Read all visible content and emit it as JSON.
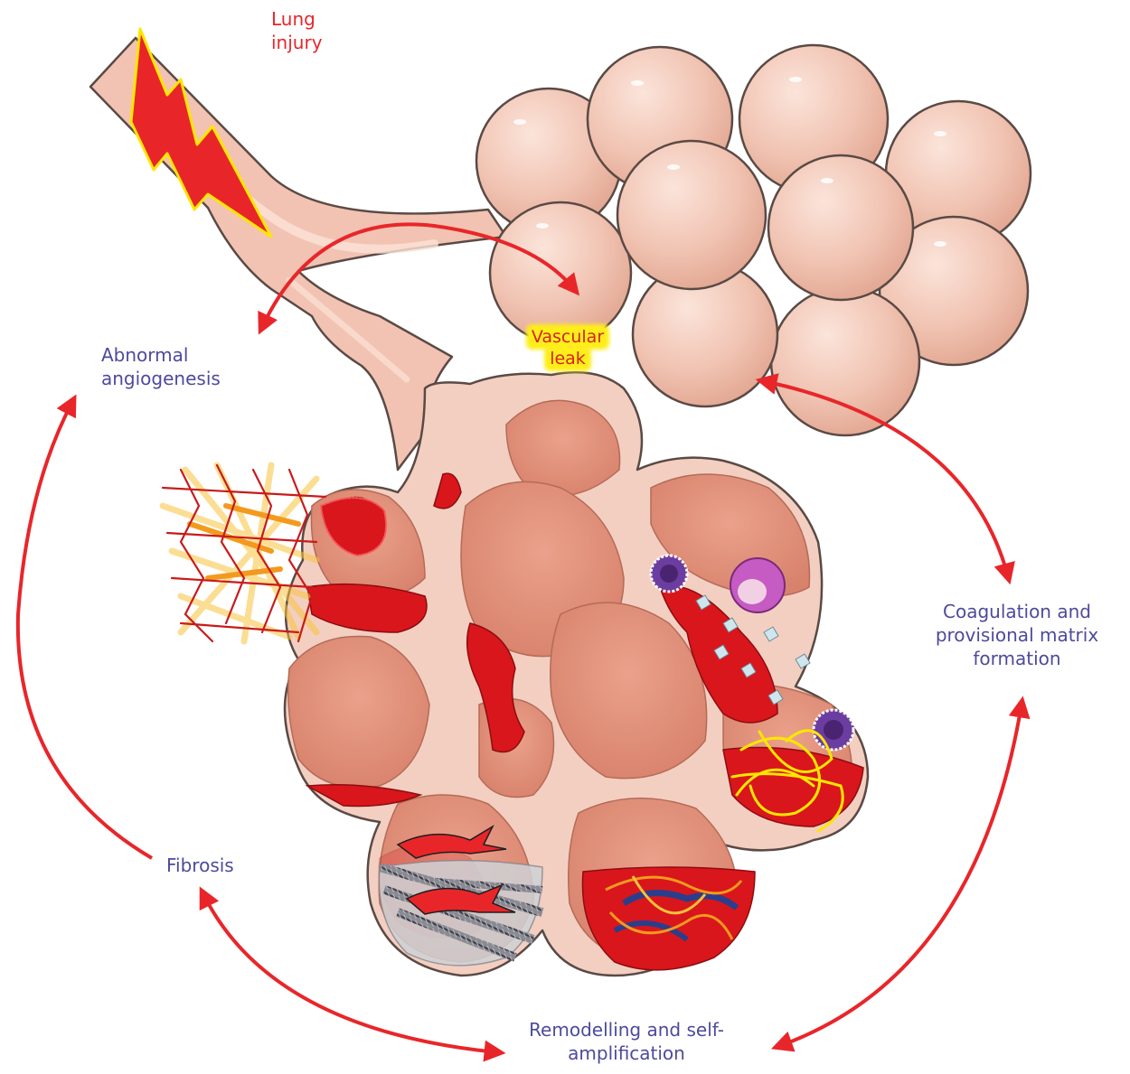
{
  "labels": {
    "lung_injury": [
      "Lung",
      "injury"
    ],
    "vascular_leak": [
      "Vascular",
      "leak"
    ],
    "abnormal_angiogenesis": [
      "Abnormal",
      "angiogenesis"
    ],
    "coagulation": [
      "Coagulation and",
      "provisional matrix",
      "formation"
    ],
    "fibrosis": "Fibrosis",
    "remodelling": [
      "Remodelling and self-",
      "amplification"
    ]
  },
  "colors": {
    "arrow": "#e8262a",
    "label_text": "#4d4a9c",
    "injury_text": "#e8262a",
    "alveolus_fill": "#f2c8b8",
    "alveolus_stroke": "#5a4a45",
    "lightning_fill": "#e8262a",
    "lightning_stroke": "#ffe600",
    "blood": "#d9161c",
    "highlight": "#ffee1a"
  }
}
